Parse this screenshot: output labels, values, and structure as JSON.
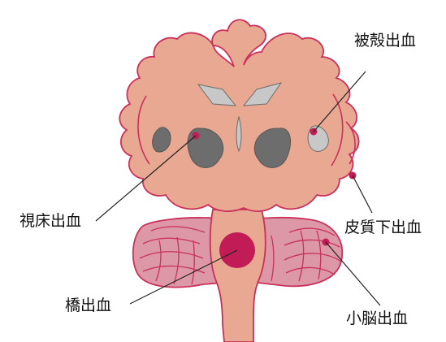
{
  "labels": {
    "putamen": "被殻出血",
    "thalamus": "視床出血",
    "cortical": "皮質下出血",
    "pontine": "橋出血",
    "cerebellar": "小脳出血"
  },
  "colors": {
    "brain": "#e8a892",
    "outline": "#c9305a",
    "hemorrhage": "#c21c56",
    "ventricle": "#6d6d6d",
    "ventricle_light": "#c8c8c8",
    "cerebellum": "#dc98a6"
  }
}
